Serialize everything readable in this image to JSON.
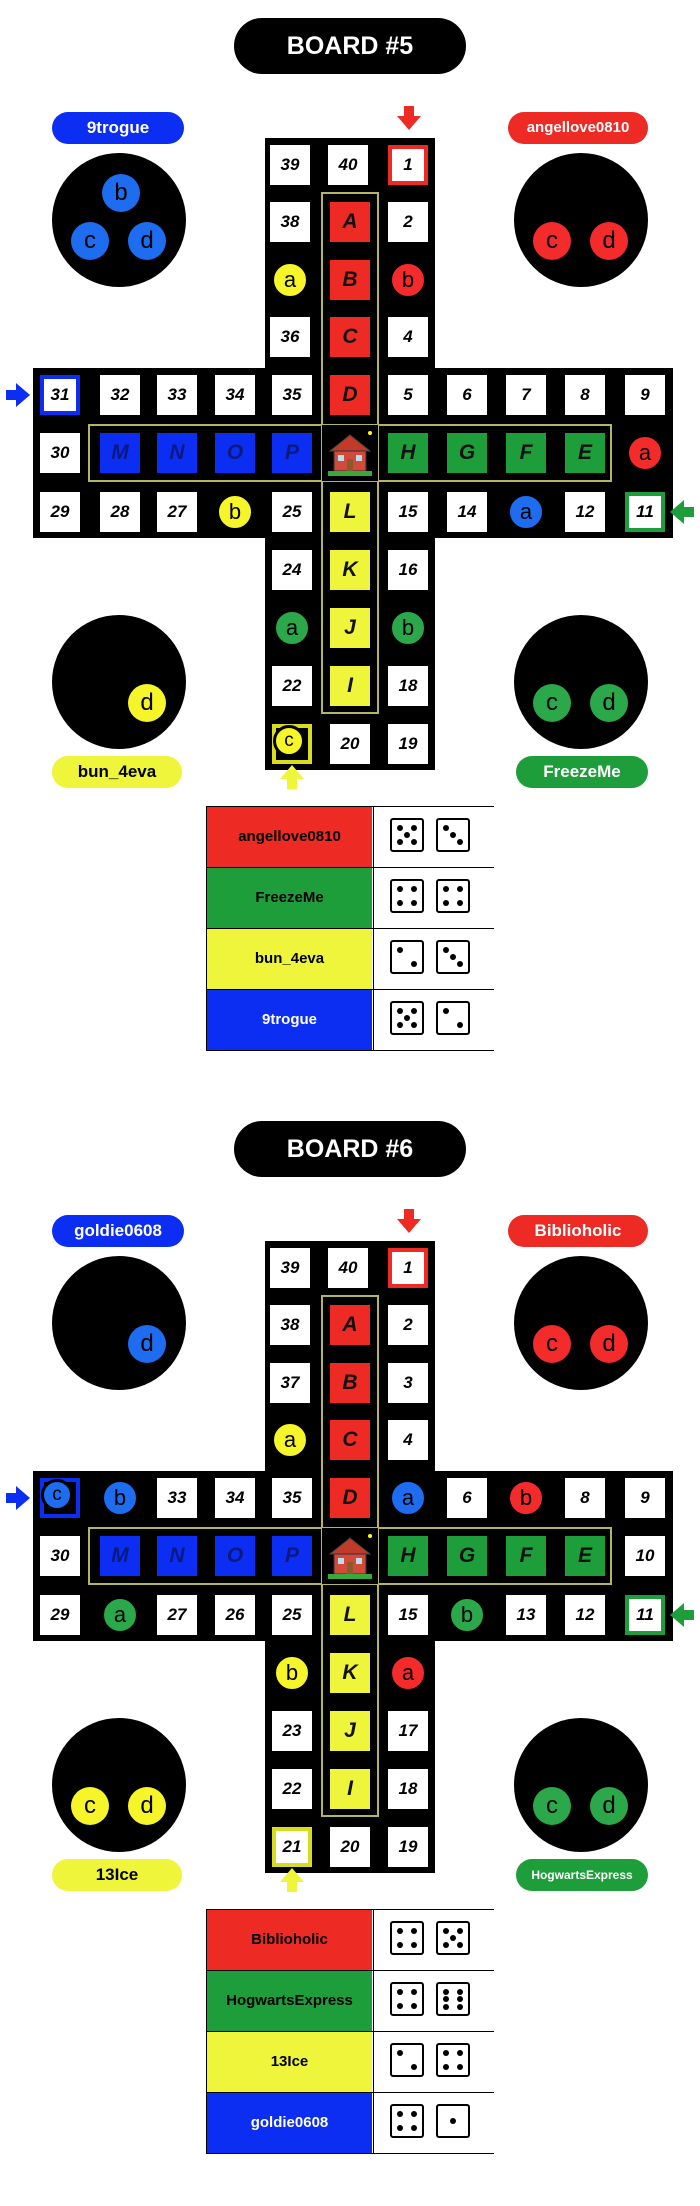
{
  "colors": {
    "red": "#ee2a24",
    "green": "#1e9e3a",
    "yellow": "#eef53a",
    "blue": "#0b2ef2",
    "red_token": "#f42b2b",
    "green_token": "#2aa84a",
    "yellow_token": "#f5f52a",
    "blue_token": "#1e6cf0",
    "board_black": "#000000"
  },
  "boards": [
    {
      "title": "BOARD  #5",
      "players": {
        "blue": "9trogue",
        "red": "angellove0810",
        "yellow": "bun_4eva",
        "green": "FreezeMe"
      },
      "home_tokens": {
        "blue": [
          "b",
          "c",
          "d"
        ],
        "red": [
          "c",
          "d"
        ],
        "yellow": [
          "d"
        ],
        "green": [
          "c",
          "d"
        ]
      },
      "track_tokens": [
        {
          "cell": 37,
          "color": "yellow",
          "letter": "a"
        },
        {
          "cell": 3,
          "color": "red",
          "letter": "b"
        },
        {
          "cell": 10,
          "color": "red",
          "letter": "a"
        },
        {
          "cell": 26,
          "color": "yellow",
          "letter": "b"
        },
        {
          "cell": 13,
          "color": "blue",
          "letter": "a"
        },
        {
          "cell": 23,
          "color": "green",
          "letter": "a"
        },
        {
          "cell": 17,
          "color": "green",
          "letter": "b"
        },
        {
          "cell": 21,
          "color": "yellow",
          "letter": "c"
        }
      ],
      "dice": [
        {
          "player": "angellove0810",
          "color": "red",
          "values": [
            5,
            3
          ]
        },
        {
          "player": "FreezeMe",
          "color": "green",
          "values": [
            4,
            4
          ]
        },
        {
          "player": "bun_4eva",
          "color": "yellow",
          "values": [
            2,
            3
          ]
        },
        {
          "player": "9trogue",
          "color": "blue",
          "values": [
            5,
            2
          ]
        }
      ]
    },
    {
      "title": "BOARD  #6",
      "players": {
        "blue": "goldie0608",
        "red": "Biblioholic",
        "yellow": "13Ice",
        "green": "HogwartsExpress"
      },
      "home_tokens": {
        "blue": [
          "d"
        ],
        "red": [
          "c",
          "d"
        ],
        "yellow": [
          "c",
          "d"
        ],
        "green": [
          "c",
          "d"
        ]
      },
      "track_tokens": [
        {
          "cell": 36,
          "color": "yellow",
          "letter": "a"
        },
        {
          "cell": 31,
          "color": "blue",
          "letter": "c"
        },
        {
          "cell": 32,
          "color": "blue",
          "letter": "b"
        },
        {
          "cell": 5,
          "color": "blue",
          "letter": "a"
        },
        {
          "cell": 7,
          "color": "red",
          "letter": "b"
        },
        {
          "cell": 28,
          "color": "green",
          "letter": "a"
        },
        {
          "cell": 14,
          "color": "green",
          "letter": "b"
        },
        {
          "cell": 24,
          "color": "yellow",
          "letter": "b"
        },
        {
          "cell": 16,
          "color": "red",
          "letter": "a"
        }
      ],
      "dice": [
        {
          "player": "Biblioholic",
          "color": "red",
          "values": [
            4,
            5
          ]
        },
        {
          "player": "HogwartsExpress",
          "color": "green",
          "values": [
            4,
            6
          ]
        },
        {
          "player": "13Ice",
          "color": "yellow",
          "values": [
            2,
            4
          ]
        },
        {
          "player": "goldie0608",
          "color": "blue",
          "values": [
            4,
            1
          ]
        }
      ]
    }
  ],
  "home_lanes": {
    "red": [
      "A",
      "B",
      "C",
      "D"
    ],
    "green": [
      "E",
      "F",
      "G",
      "H"
    ],
    "yellow": [
      "I",
      "J",
      "K",
      "L"
    ],
    "blue": [
      "M",
      "N",
      "O",
      "P"
    ]
  },
  "icons": {
    "center": "house-icon",
    "entry": "arrow-icon"
  }
}
